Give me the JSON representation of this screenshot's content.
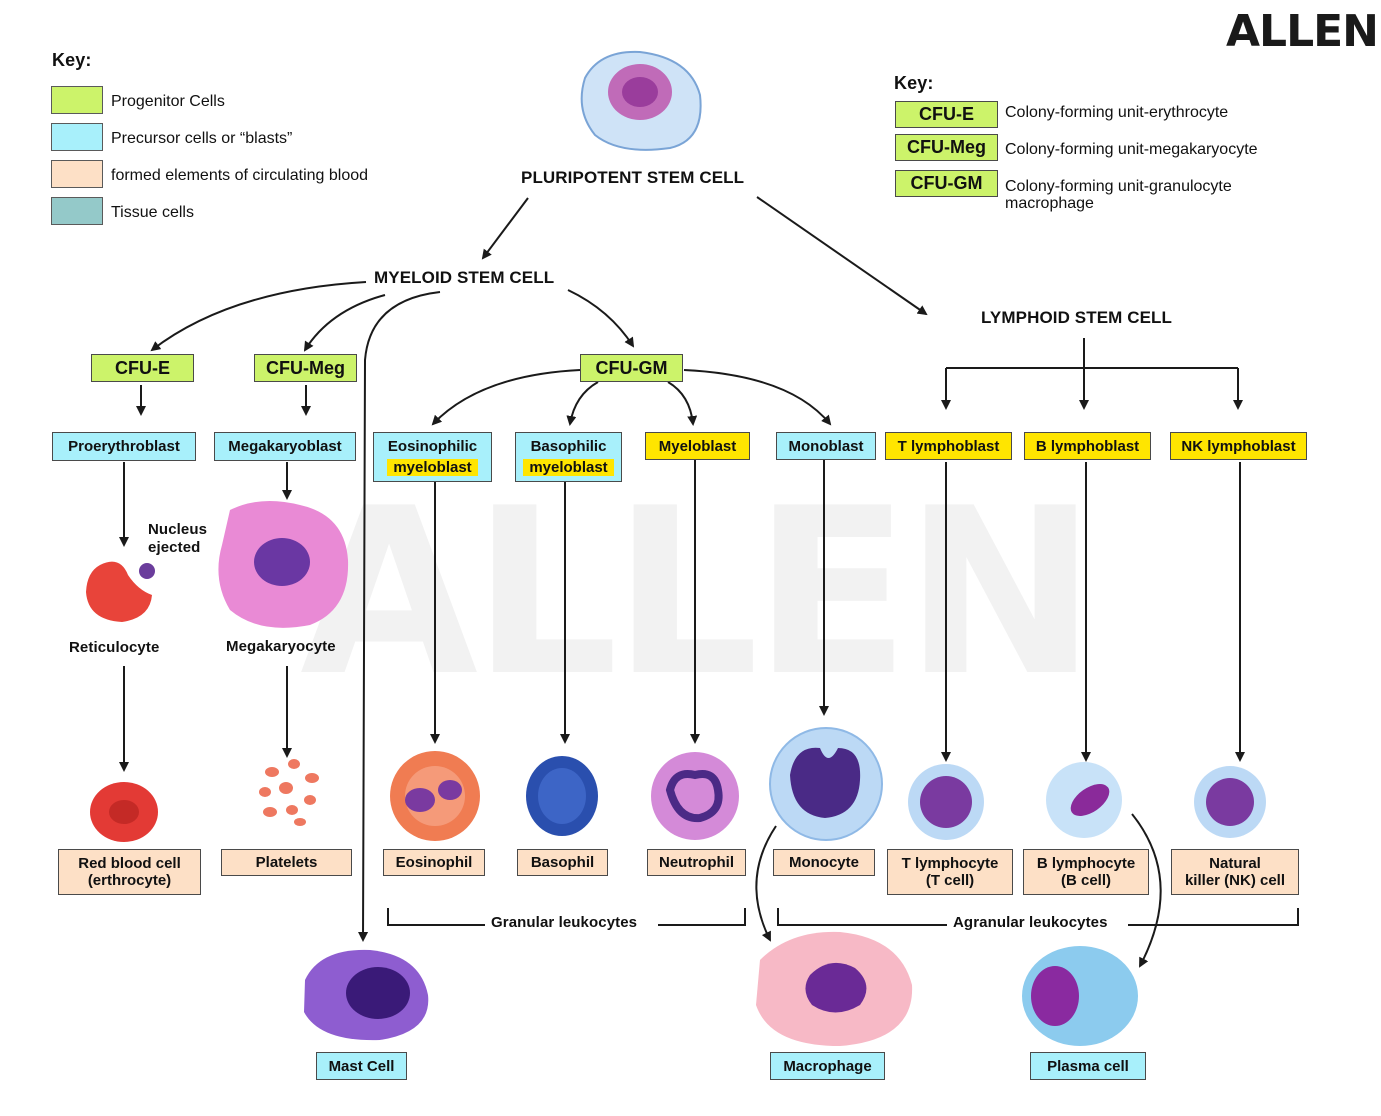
{
  "brand": "ALLEN",
  "key_left": {
    "title": "Key:",
    "items": [
      {
        "label": "Progenitor Cells",
        "color": "#ccf36a"
      },
      {
        "label": "Precursor cells or “blasts”",
        "color": "#a8f0fb"
      },
      {
        "label": "formed elements of circulating blood",
        "color": "#fde0c6"
      },
      {
        "label": "Tissue cells",
        "color": "#94c9c9"
      }
    ]
  },
  "key_right": {
    "title": "Key:",
    "items": [
      {
        "abbr": "CFU-E",
        "meaning": "Colony-forming unit-erythrocyte"
      },
      {
        "abbr": "CFU-Meg",
        "meaning": "Colony-forming unit-megakaryocyte"
      },
      {
        "abbr": "CFU-GM",
        "meaning_line1": "Colony-forming unit-granulocyte",
        "meaning_line2": "macrophage"
      }
    ]
  },
  "stem": {
    "pluripotent": "PLURIPOTENT STEM CELL",
    "myeloid": "MYELOID STEM CELL",
    "lymphoid": "LYMPHOID STEM CELL"
  },
  "progenitors": {
    "cfu_e": "CFU-E",
    "cfu_meg": "CFU-Meg",
    "cfu_gm": "CFU-GM"
  },
  "blasts": {
    "proerythroblast": "Proerythroblast",
    "megakaryoblast": "Megakaryoblast",
    "eosinophilic_line1": "Eosinophilic",
    "eosinophilic_line2": "myeloblast",
    "basophilic_line1": "Basophilic",
    "basophilic_line2": "myeloblast",
    "myeloblast": "Myeloblast",
    "monoblast": "Monoblast",
    "t_lymphoblast": "T lymphoblast",
    "b_lymphoblast": "B lymphoblast",
    "nk_lymphoblast": "NK lymphoblast"
  },
  "intermediate": {
    "nucleus_line1": "Nucleus",
    "nucleus_line2": "ejected",
    "reticulocyte": "Reticulocyte",
    "megakaryocyte": "Megakaryocyte"
  },
  "formed": {
    "rbc_line1": "Red blood cell",
    "rbc_line2": "(erthrocyte)",
    "platelets": "Platelets",
    "eosinophil": "Eosinophil",
    "basophil": "Basophil",
    "neutrophil": "Neutrophil",
    "monocyte": "Monocyte",
    "t_line1": "T lymphocyte",
    "t_line2": "(T cell)",
    "b_line1": "B lymphocyte",
    "b_line2": "(B cell)",
    "nk_line1": "Natural",
    "nk_line2": "killer (NK) cell"
  },
  "groups": {
    "granular": "Granular leukocytes",
    "agranular": "Agranular leukocytes"
  },
  "tissue": {
    "mast": "Mast Cell",
    "macrophage": "Macrophage",
    "plasma": "Plasma cell"
  }
}
